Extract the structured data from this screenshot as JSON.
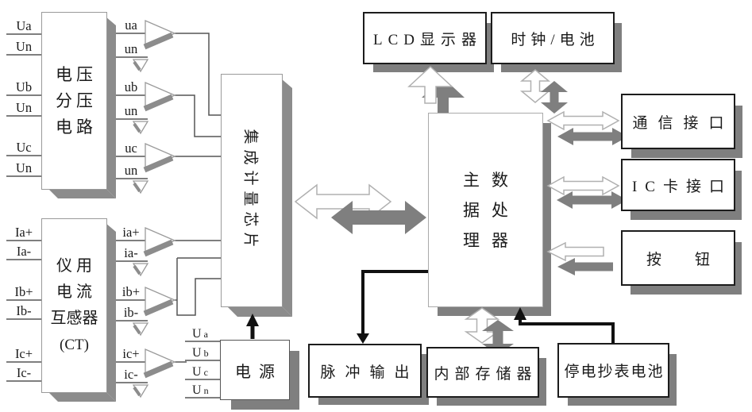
{
  "boxes": {
    "voltage_divider": {
      "line1": "电压",
      "line2": "分压",
      "line3": "电路"
    },
    "current_transformer": {
      "line1": "仪用",
      "line2": "电流",
      "line3": "互感器",
      "line4": "(CT)"
    },
    "metering_chip": {
      "label": "集成计量芯片"
    },
    "power_supply": {
      "label": "电源"
    },
    "main_processor": {
      "line1": "主数",
      "line2": "据处",
      "line3": "理器"
    },
    "lcd_display": {
      "label": "LCD显示器"
    },
    "clock_battery": {
      "label": "时钟/电池"
    },
    "comm_interface": {
      "label": "通信接口"
    },
    "ic_card_interface": {
      "label": "IC卡接口"
    },
    "button": {
      "label": "按钮"
    },
    "pulse_output": {
      "label": "脉冲输出"
    },
    "internal_memory": {
      "label": "内部存储器"
    },
    "outage_reading_battery": {
      "label": "停电抄表电池"
    }
  },
  "signals": {
    "voltage_in": [
      "Ua",
      "Un",
      "Ub",
      "Un",
      "Uc",
      "Un"
    ],
    "voltage_out": [
      "ua",
      "un",
      "ub",
      "un",
      "uc",
      "un"
    ],
    "current_in": [
      "Ia+",
      "Ia-",
      "Ib+",
      "Ib-",
      "Ic+",
      "Ic-"
    ],
    "current_out": [
      "ia+",
      "ia-",
      "ib+",
      "ib-",
      "ic+",
      "ic-"
    ],
    "power_in": [
      {
        "u": "U",
        "sub": "a"
      },
      {
        "u": "U",
        "sub": "b"
      },
      {
        "u": "U",
        "sub": "c"
      },
      {
        "u": "U",
        "sub": "n"
      }
    ]
  },
  "colors": {
    "shadow_gray": "#7f7f7f",
    "extrude_gray": "#8c8c8c",
    "wire_gray": "#555555",
    "arrow_outline": "#b0b0b0",
    "black_arrow": "#111111",
    "background": "#ffffff"
  }
}
